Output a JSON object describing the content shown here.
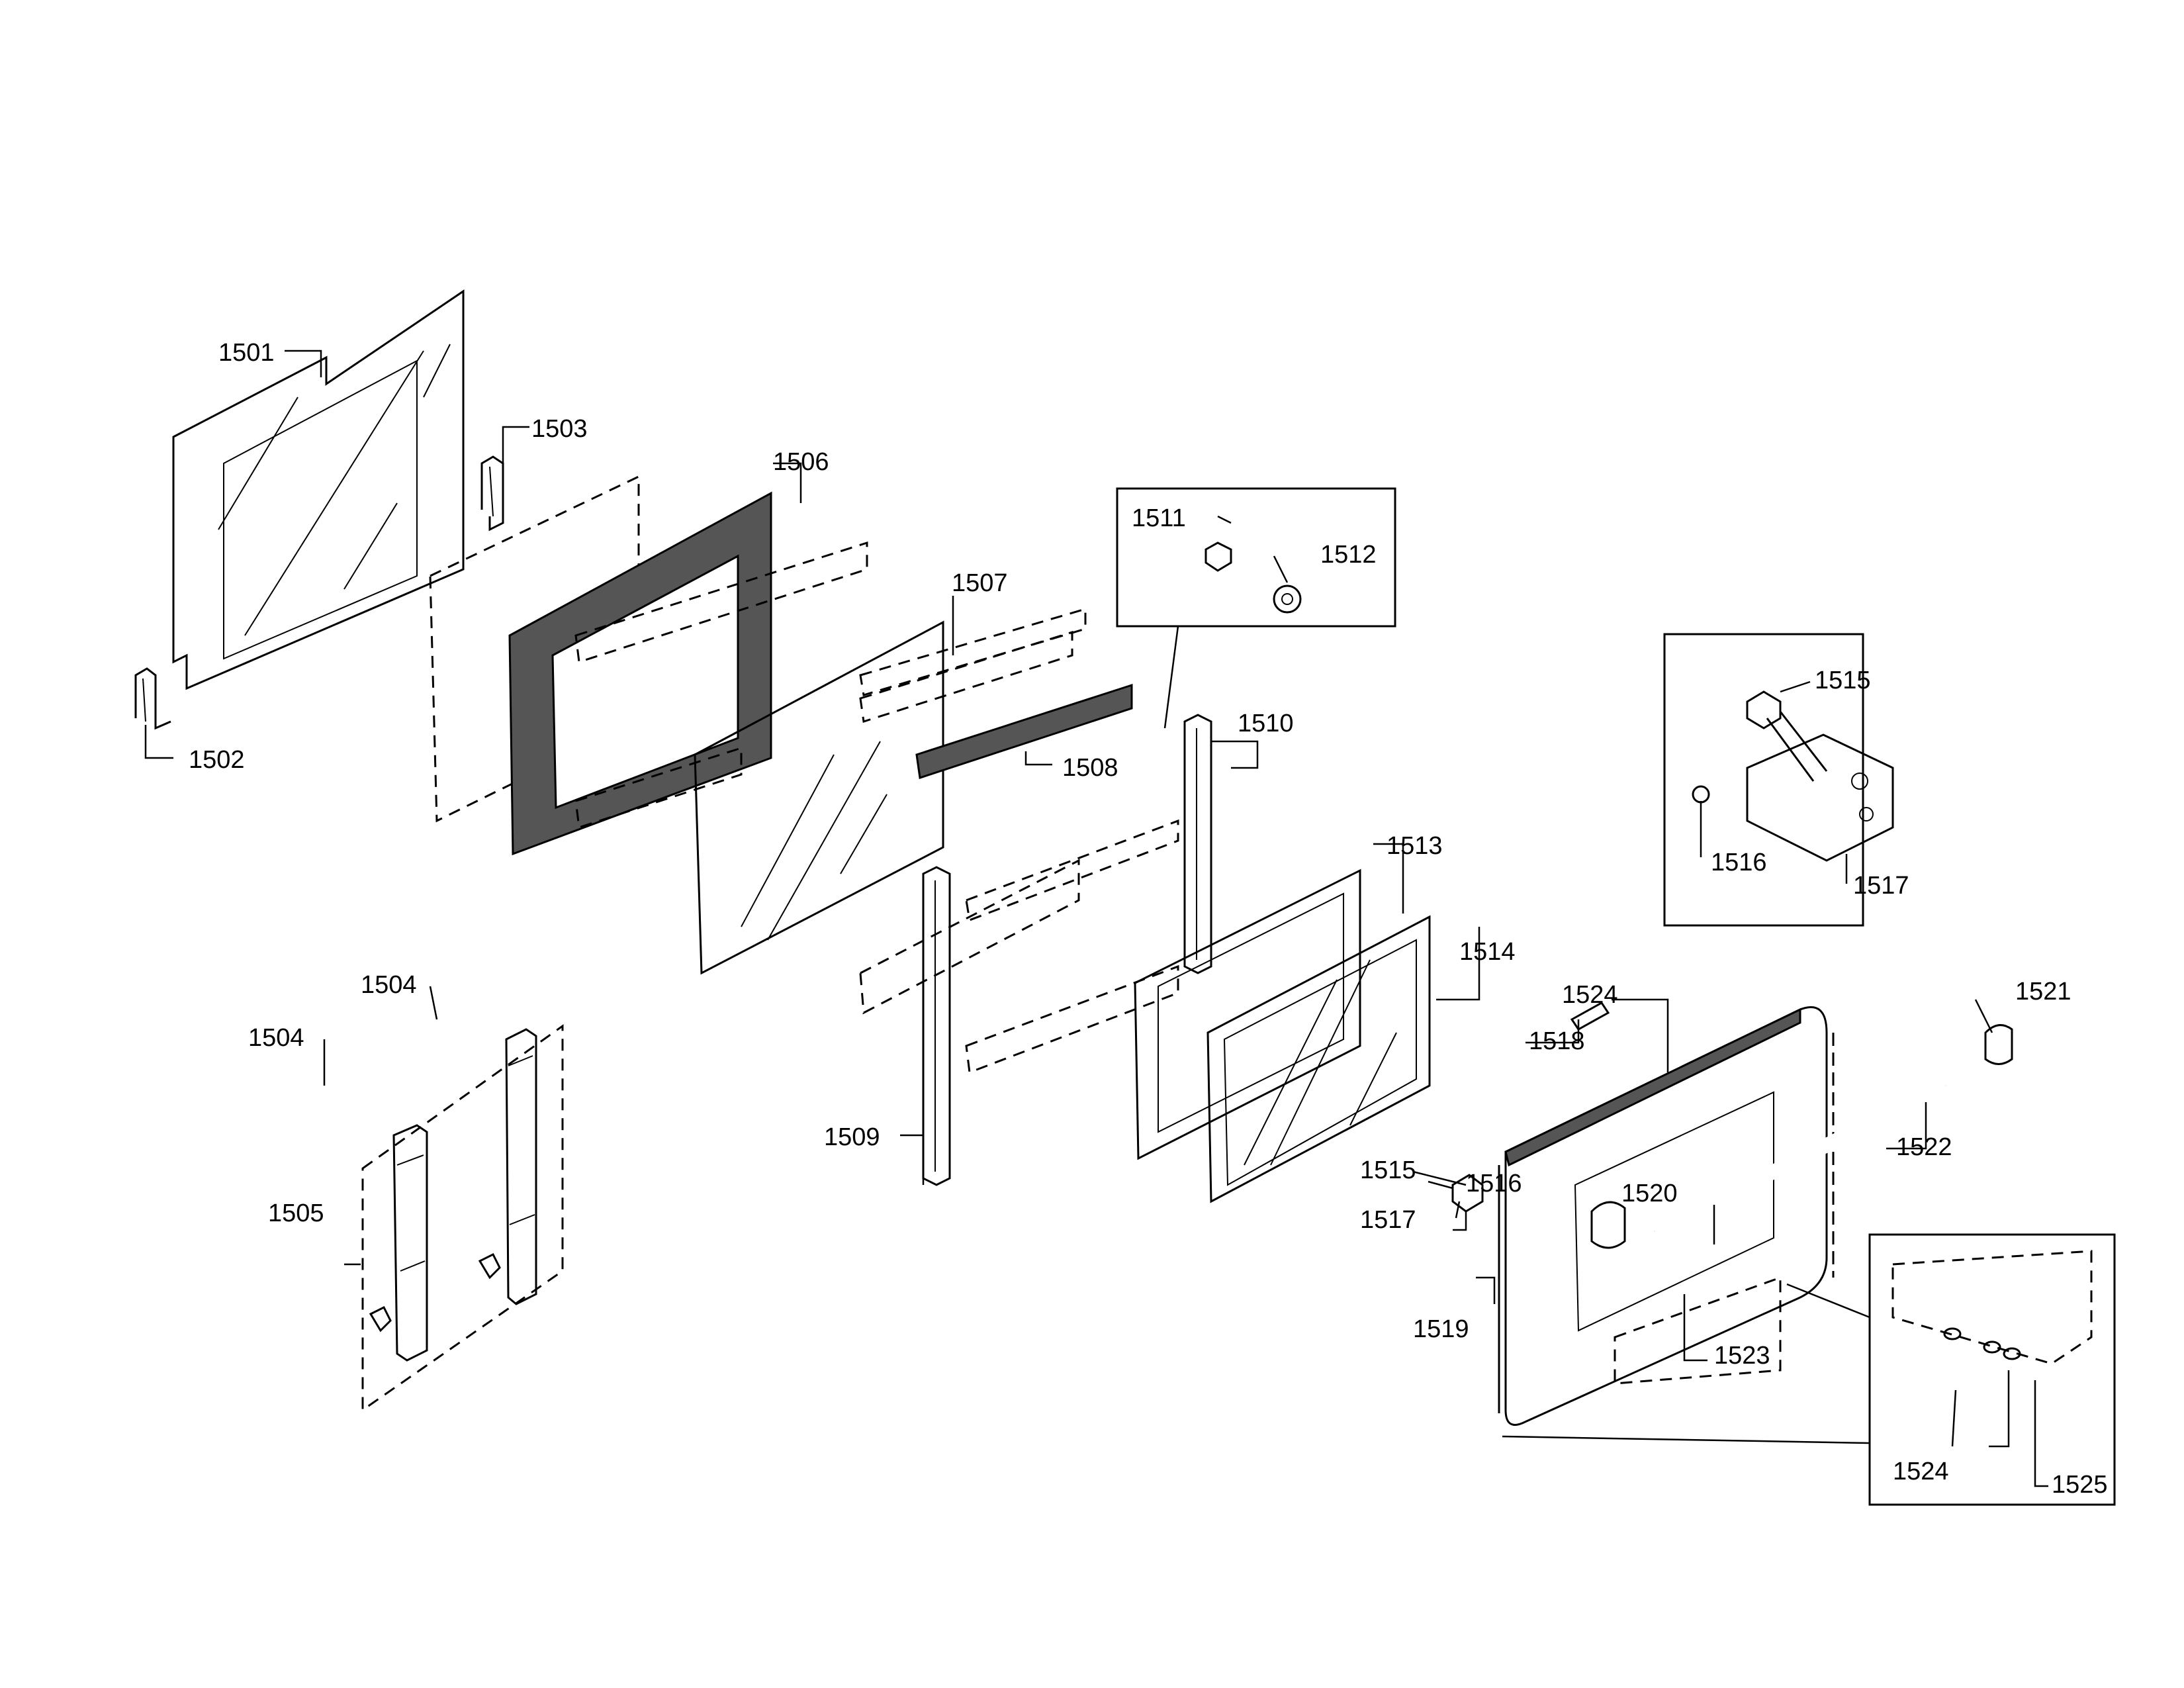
{
  "labels": {
    "p1501": "1501",
    "p1502": "1502",
    "p1503": "1503",
    "p1504a": "1504",
    "p1504b": "1504",
    "p1505": "1505",
    "p1506": "1506",
    "p1507": "1507",
    "p1508": "1508",
    "p1509": "1509",
    "p1510": "1510",
    "p1511": "1511",
    "p1512": "1512",
    "p1513": "1513",
    "p1514": "1514",
    "p1515a": "1515",
    "p1515b": "1515",
    "p1516a": "1516",
    "p1516b": "1516",
    "p1517a": "1517",
    "p1517b": "1517",
    "p1518": "1518",
    "p1519": "1519",
    "p1520": "1520",
    "p1521": "1521",
    "p1522": "1522",
    "p1523": "1523",
    "p1524a": "1524",
    "p1524b": "1524",
    "p1525": "1525"
  }
}
